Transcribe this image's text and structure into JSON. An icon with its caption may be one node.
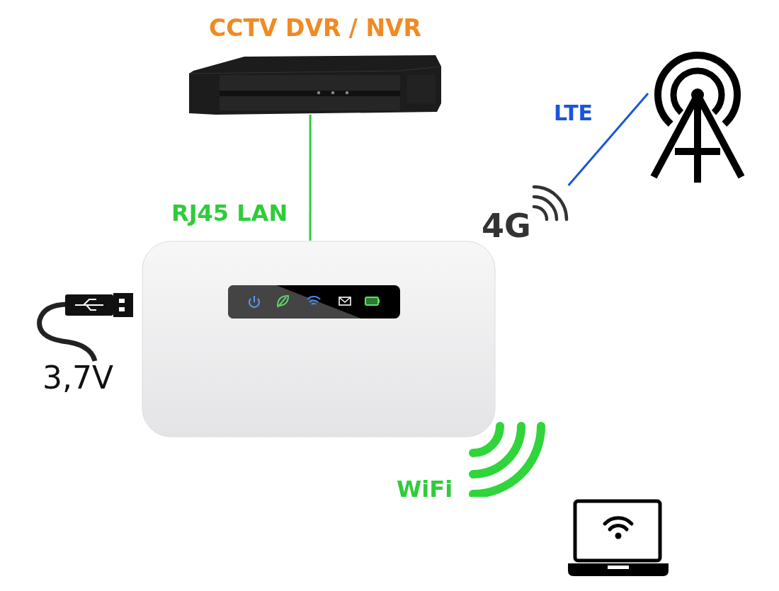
{
  "diagram": {
    "nodes": [
      {
        "text": [
          "CCTV DVR / NVR"
        ]
      },
      {
        "text": [],
        "shape": "picture"
      },
      {
        "text": [
          "4G"
        ]
      },
      {
        "text": [],
        "shape": "picture"
      },
      {
        "text": [],
        "shape": "picture"
      }
    ],
    "edges": [
      {
        "from": 0,
        "to": 1,
        "arrow": "none",
        "label": "RJ45 LAN",
        "color": "#2fcc3a"
      },
      {
        "from": 2,
        "to": 3,
        "arrow": "none",
        "label": "LTE",
        "color": "#1a56db"
      }
    ],
    "labels": [
      "3,7V",
      "WiFi"
    ]
  }
}
